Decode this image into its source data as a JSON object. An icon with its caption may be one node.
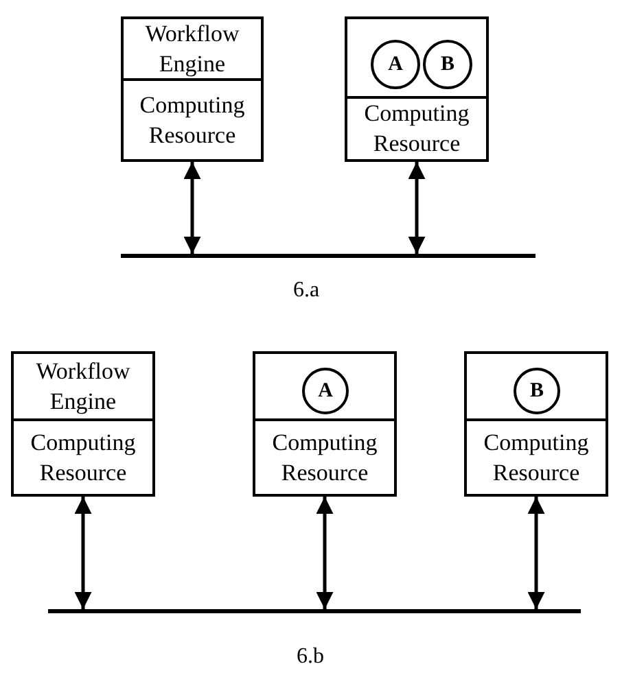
{
  "diagram": {
    "nodes": [
      {
        "text": [
          "Workflow Engine"
        ]
      },
      {
        "text": [
          "Computing Resource"
        ]
      },
      {
        "text": [],
        "shape": "box"
      },
      {
        "text": [
          "A"
        ],
        "in": 2
      },
      {
        "text": [
          "B"
        ],
        "in": 2
      },
      {
        "text": [
          "Computing Resource"
        ]
      },
      {
        "text": [],
        "shape": "bar"
      },
      {
        "text": [
          "Workflow Engine"
        ]
      },
      {
        "text": [
          "Computing Resource"
        ]
      },
      {
        "text": [],
        "shape": "box"
      },
      {
        "text": [
          "A"
        ],
        "in": 9
      },
      {
        "text": [
          "Computing Resource"
        ]
      },
      {
        "text": [],
        "shape": "box"
      },
      {
        "text": [
          "B"
        ],
        "in": 12
      },
      {
        "text": [
          "Computing Resource"
        ]
      },
      {
        "text": [],
        "shape": "bar"
      }
    ],
    "edges": [
      {
        "from": 1,
        "to": 6,
        "arrow": "both"
      },
      {
        "from": 5,
        "to": 6,
        "arrow": "both"
      },
      {
        "from": 8,
        "to": 15,
        "arrow": "both"
      },
      {
        "from": 11,
        "to": 15,
        "arrow": "both"
      },
      {
        "from": 14,
        "to": 15,
        "arrow": "both"
      }
    ],
    "labels": [
      "6.a",
      "6.b"
    ]
  }
}
